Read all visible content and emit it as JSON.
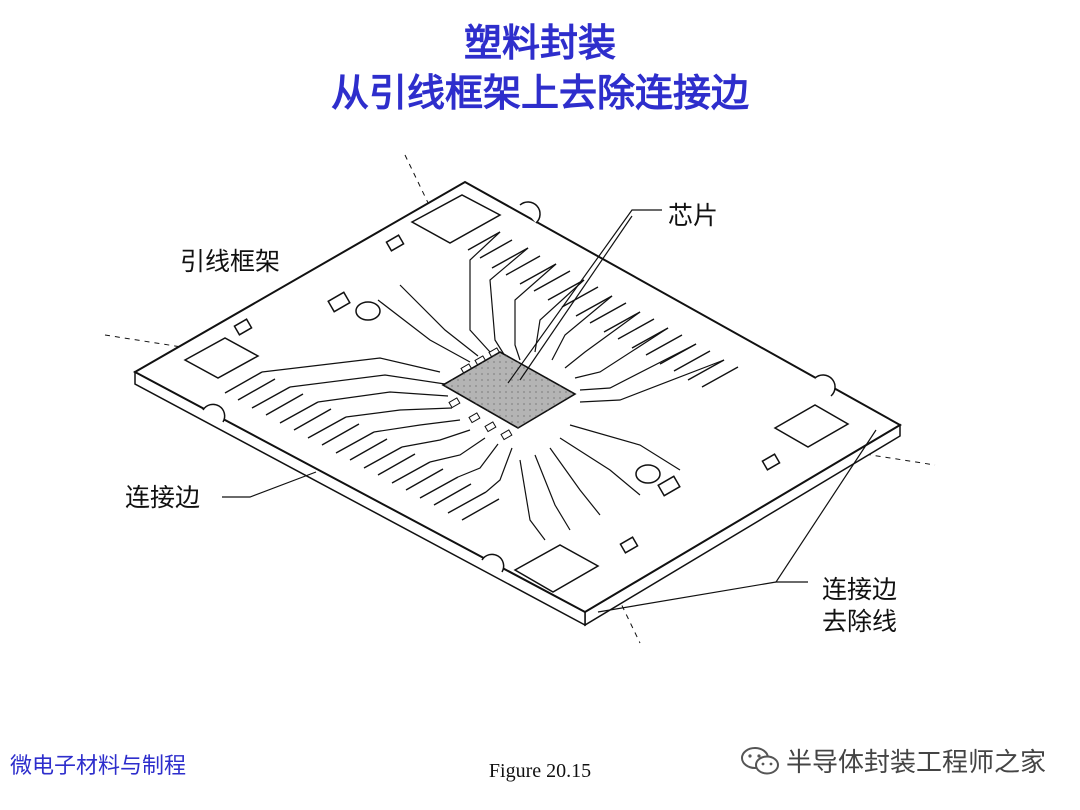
{
  "title": {
    "line1": "塑料封装",
    "line2": "从引线框架上去除连接边"
  },
  "labels": {
    "chip": "芯片",
    "lead_frame": "引线框架",
    "connecting_bar": "连接边",
    "removal_line_1": "连接边",
    "removal_line_2": "去除线"
  },
  "footer": {
    "course": "微电子材料与制程",
    "figure": "Figure 20.15",
    "watermark": "半导体封装工程师之家"
  },
  "colors": {
    "title": "#2e2ecc",
    "chip_fill": "#b4b4b4",
    "line": "#111111"
  }
}
